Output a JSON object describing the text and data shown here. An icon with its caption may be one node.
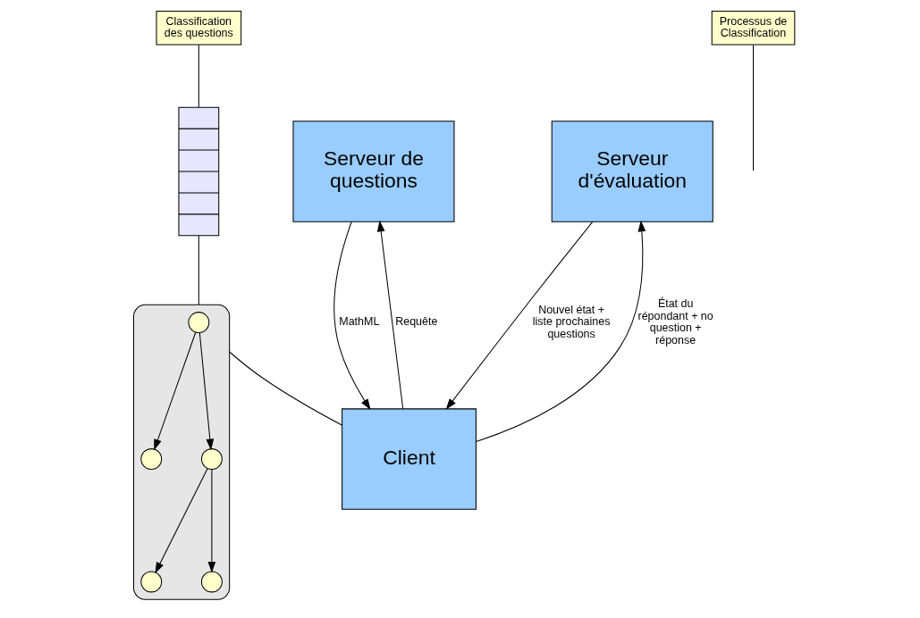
{
  "diagram": {
    "nodes": [
      {
        "text": [
          "Classification des questions"
        ]
      },
      {
        "text": [],
        "shape": "bar"
      },
      {
        "text": [
          "Serveur de questions"
        ]
      },
      {
        "text": [
          "Serveur d'évaluation"
        ]
      },
      {
        "text": [
          "Processus de Classification"
        ]
      },
      {
        "text": [],
        "shape": "ellipse"
      },
      {
        "text": [],
        "shape": "circle",
        "in": 5
      },
      {
        "text": [],
        "shape": "circle",
        "in": 5
      },
      {
        "text": [],
        "shape": "circle",
        "in": 5
      },
      {
        "text": [],
        "shape": "circle",
        "in": 5
      },
      {
        "text": [],
        "shape": "circle",
        "in": 5
      },
      {
        "text": [
          "Client"
        ]
      }
    ],
    "edges": [
      {
        "from": 0,
        "to": 1,
        "arrow": "none"
      },
      {
        "from": 1,
        "to": 5,
        "arrow": "none"
      },
      {
        "from": 4,
        "to": null,
        "arrow": "none"
      },
      {
        "from": 6,
        "to": 7,
        "arrow": "to"
      },
      {
        "from": 6,
        "to": 8,
        "arrow": "to"
      },
      {
        "from": 8,
        "to": 9,
        "arrow": "to"
      },
      {
        "from": 8,
        "to": 10,
        "arrow": "to"
      },
      {
        "from": 11,
        "to": 2,
        "label": "Requête",
        "arrow": "to"
      },
      {
        "from": 2,
        "to": 11,
        "label": "MathML",
        "arrow": "to"
      },
      {
        "from": 11,
        "to": 3,
        "label": "État du répondant + no question + réponse",
        "arrow": "to"
      },
      {
        "from": 3,
        "to": 11,
        "label": "Nouvel état + liste prochaines questions",
        "arrow": "to"
      },
      {
        "from": 5,
        "to": 11,
        "arrow": "none"
      }
    ]
  }
}
